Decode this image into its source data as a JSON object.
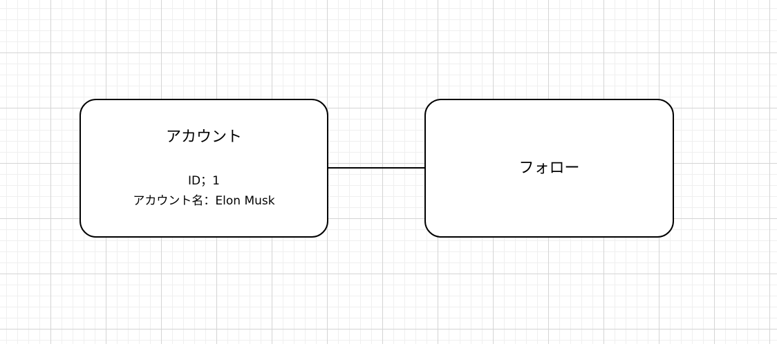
{
  "diagram": {
    "nodes": [
      {
        "id": "account",
        "title": "アカウント",
        "lines": [
          "ID；1",
          "アカウント名：Elon Musk"
        ]
      },
      {
        "id": "follow",
        "title": "フォロー"
      }
    ],
    "edges": [
      {
        "from": "account",
        "to": "follow"
      }
    ],
    "colors": {
      "stroke": "#000000",
      "fill": "#ffffff",
      "grid_major": "#d4d4d4",
      "grid_minor": "#efefef"
    }
  }
}
